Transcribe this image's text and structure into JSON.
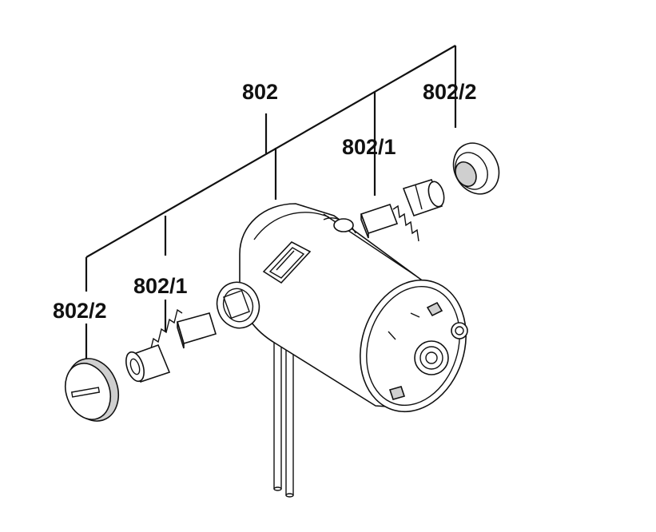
{
  "labels": {
    "motor": "802",
    "brush_right": "802/1",
    "cap_right": "802/2",
    "brush_left": "802/1",
    "cap_left": "802/2"
  },
  "colors": {
    "ink": "#111111",
    "paper": "#ffffff",
    "shade": "#cfcfcf"
  }
}
